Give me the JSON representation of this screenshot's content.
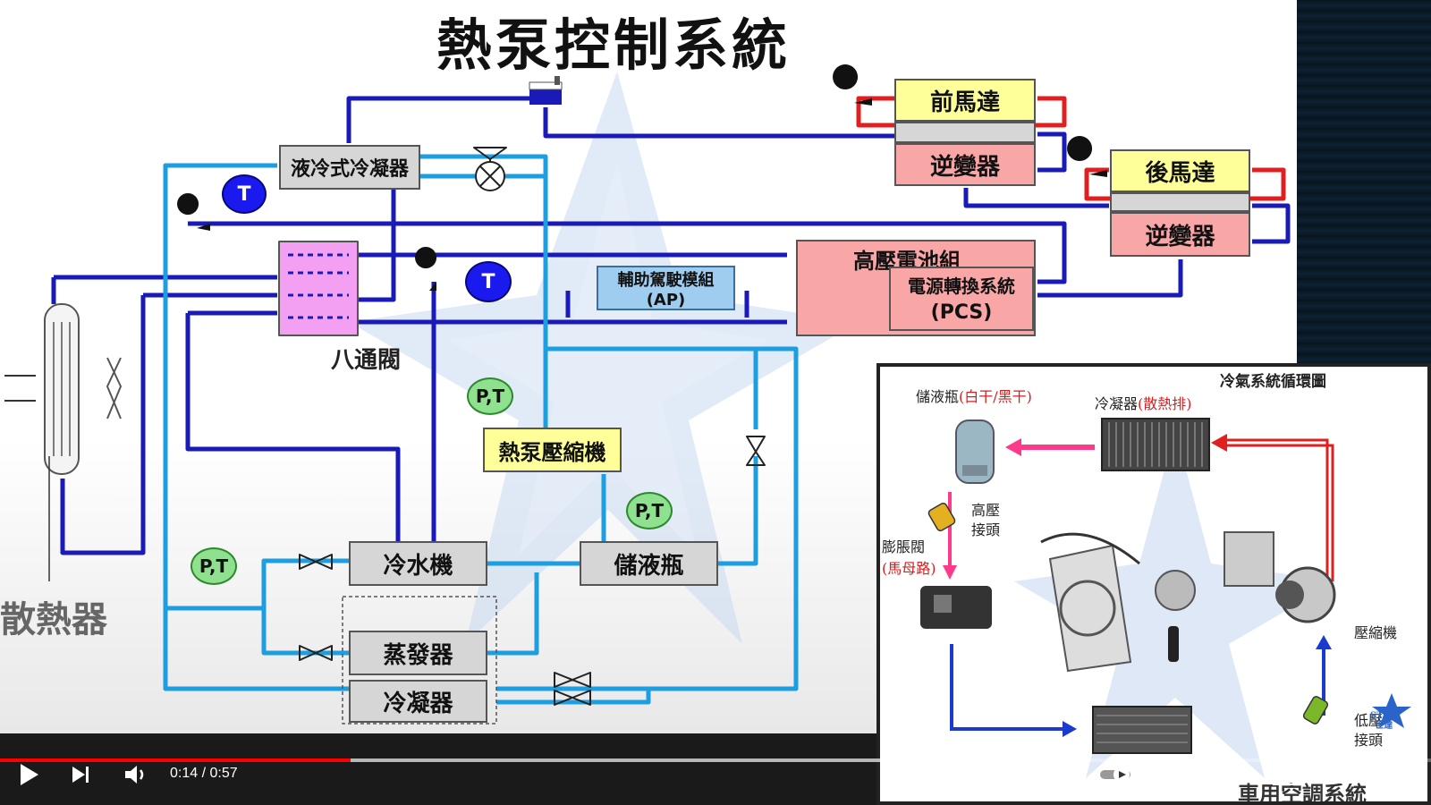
{
  "slide": {
    "title": "熱泵控制系統",
    "front_motor": "前馬達",
    "front_inverter": "逆變器",
    "rear_motor": "後馬達",
    "rear_inverter": "逆變器",
    "liquid_condenser": "液冷式冷凝器",
    "eight_way_valve": "八通閥",
    "battery": "高壓電池組",
    "pcs_line1": "電源轉換系統",
    "pcs_line2": "(PCS)",
    "ap_line1": "輔助駕駛模組",
    "ap_line2": "(AP)",
    "compressor": "熱泵壓縮機",
    "chiller": "冷水機",
    "receiver": "儲液瓶",
    "evaporator": "蒸發器",
    "condenser": "冷凝器",
    "radiator": "散熱器",
    "t_label": "T",
    "pt_label": "P,T"
  },
  "inset": {
    "title": "冷氣系統循環圖",
    "receiver_black": "儲液瓶",
    "receiver_red": "(白干/黑干)",
    "condenser_black": "冷凝器",
    "condenser_red": "(散熱排)",
    "high_pressure": "高壓",
    "connector": "接頭",
    "expansion_black": "膨脹閥",
    "expansion_red": "(馬母路)",
    "compressor": "壓縮機",
    "low_pressure": "低壓",
    "low_connector": "接頭",
    "logo_text": "STAR",
    "logo_sub": "世達",
    "bottom_caption": "車用空調系統"
  },
  "player": {
    "time": "0:14 / 0:57",
    "progress": 0.245,
    "buffered": 0.69,
    "colors": {
      "progress": "#ff0000"
    }
  }
}
